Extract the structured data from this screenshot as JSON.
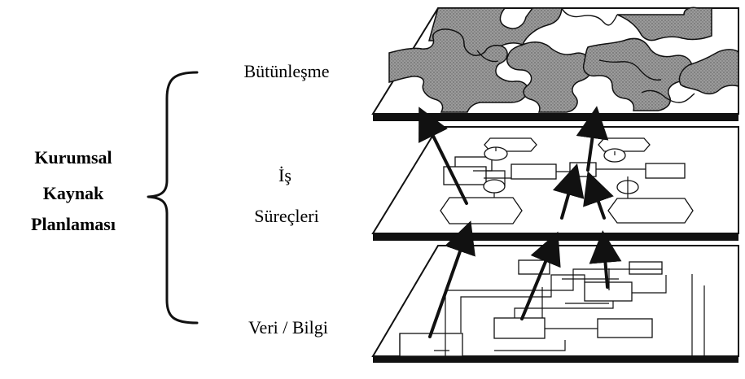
{
  "title_lines": [
    "Kurumsal",
    "Kaynak",
    "Planlaması"
  ],
  "layers": [
    {
      "label_lines": [
        "Bütünleşme"
      ]
    },
    {
      "label_lines": [
        "İş",
        "Süreçleri"
      ]
    },
    {
      "label_lines": [
        "Veri / Bilgi"
      ]
    }
  ],
  "colors": {
    "ink": "#111111",
    "dot_fill": "#8f8f8f",
    "dot_dark": "#5d5d5d",
    "plate_fill": "#ffffff"
  }
}
